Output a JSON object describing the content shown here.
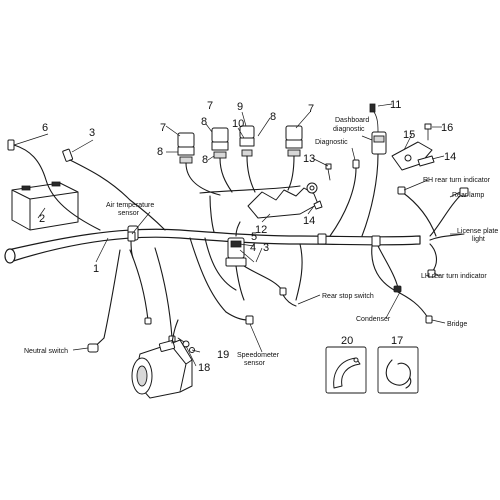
{
  "callouts": [
    {
      "id": "n1",
      "text": "1"
    },
    {
      "id": "n2",
      "text": "2"
    },
    {
      "id": "n3a",
      "text": "3"
    },
    {
      "id": "n3b",
      "text": "3"
    },
    {
      "id": "n4",
      "text": "4"
    },
    {
      "id": "n5",
      "text": "5"
    },
    {
      "id": "n6",
      "text": "6"
    },
    {
      "id": "n7a",
      "text": "7"
    },
    {
      "id": "n7b",
      "text": "7"
    },
    {
      "id": "n7c",
      "text": "7"
    },
    {
      "id": "n8a",
      "text": "8"
    },
    {
      "id": "n8b",
      "text": "8"
    },
    {
      "id": "n8c",
      "text": "8"
    },
    {
      "id": "n8d",
      "text": "8"
    },
    {
      "id": "n9",
      "text": "9"
    },
    {
      "id": "n10",
      "text": "10"
    },
    {
      "id": "n11",
      "text": "11"
    },
    {
      "id": "n12",
      "text": "12"
    },
    {
      "id": "n13",
      "text": "13"
    },
    {
      "id": "n14a",
      "text": "14"
    },
    {
      "id": "n14b",
      "text": "14"
    },
    {
      "id": "n15",
      "text": "15"
    },
    {
      "id": "n16",
      "text": "16"
    },
    {
      "id": "n17",
      "text": "17"
    },
    {
      "id": "n18",
      "text": "18"
    },
    {
      "id": "n19",
      "text": "19"
    },
    {
      "id": "n20",
      "text": "20"
    }
  ],
  "labels": {
    "dashboard_diagnostic_line1": "Dashboard",
    "dashboard_diagnostic_line2": "diagnostic",
    "diagnostic": "Diagnostic",
    "rh_rear_turn_indicator": "RH rear turn indicator",
    "rear_lamp": "Rear lamp",
    "license_plate_line1": "License plate",
    "license_plate_line2": "light",
    "lh_rear_turn_indicator": "LH rear turn indicator",
    "air_temperature_line1": "Air temperature",
    "air_temperature_line2": "sensor",
    "rear_stop_switch": "Rear stop switch",
    "condenser": "Condenser",
    "bridge": "Bridge",
    "neutral_switch": "Neutral switch",
    "speedometer_line1": "Speedometer",
    "speedometer_line2": "sensor"
  },
  "icons": [
    "battery-icon",
    "starter-motor-icon",
    "relay-icon",
    "connector-icon",
    "cable-clamp-icon",
    "cable-tie-icon",
    "bolt-icon"
  ]
}
